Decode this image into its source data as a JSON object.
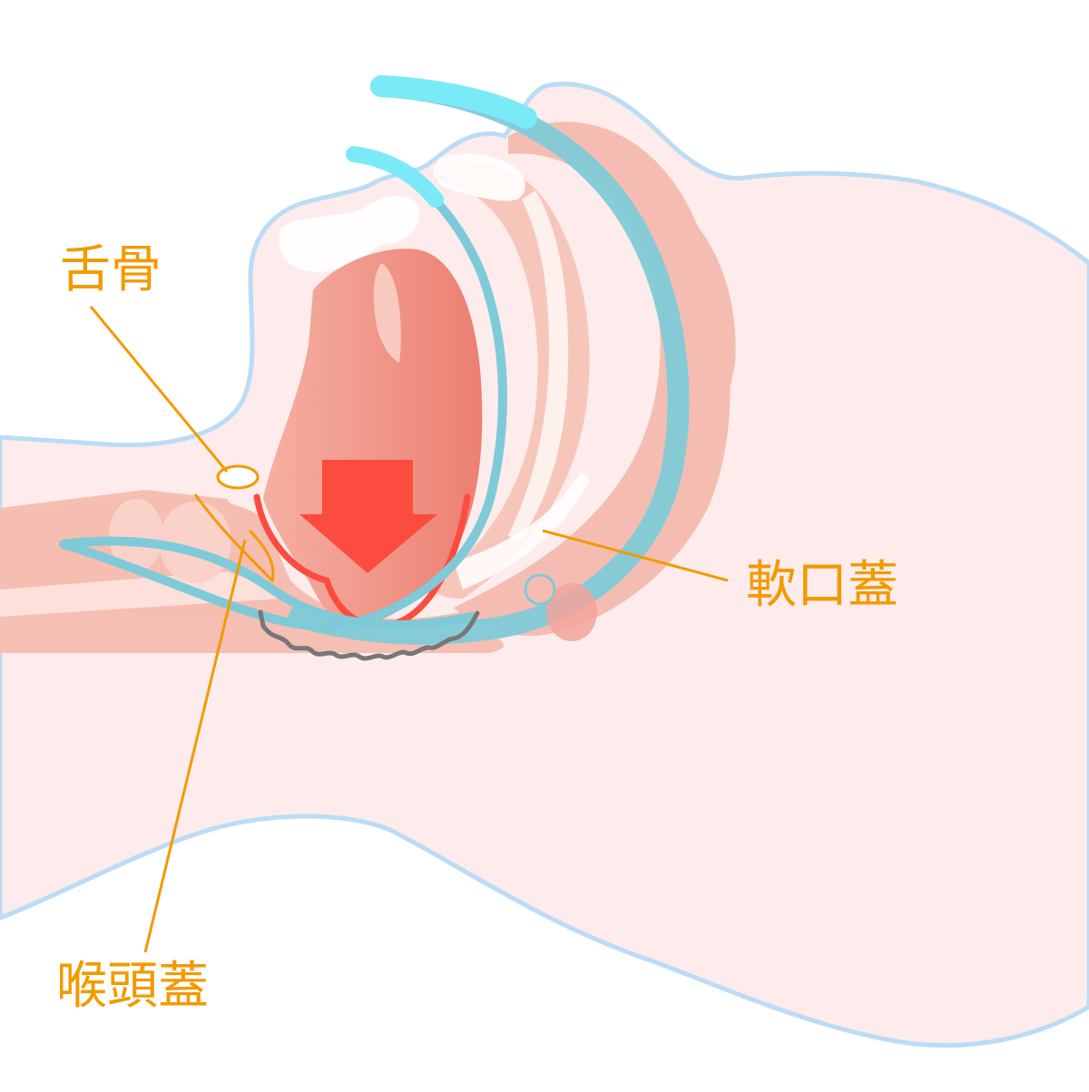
{
  "labels": {
    "hyoid": "舌骨",
    "soft_palate": "軟口蓋",
    "epiglottis": "喉頭蓋"
  },
  "colors": {
    "skin": "#fdeceb",
    "outline": "#bcdcf5",
    "tissue": "#f5bdb1",
    "tongue": "#f19f90",
    "tongue_dark": "#ea7a6d",
    "airway_line": "#7fcad8",
    "airway_light": "#7aeaf8",
    "arrow": "#fc4c3f",
    "label": "#f29a00",
    "snore_wave": "#777777",
    "white": "#ffffff"
  },
  "icons": {
    "arrow": "down-arrow",
    "wave": "snore-wave-line"
  }
}
